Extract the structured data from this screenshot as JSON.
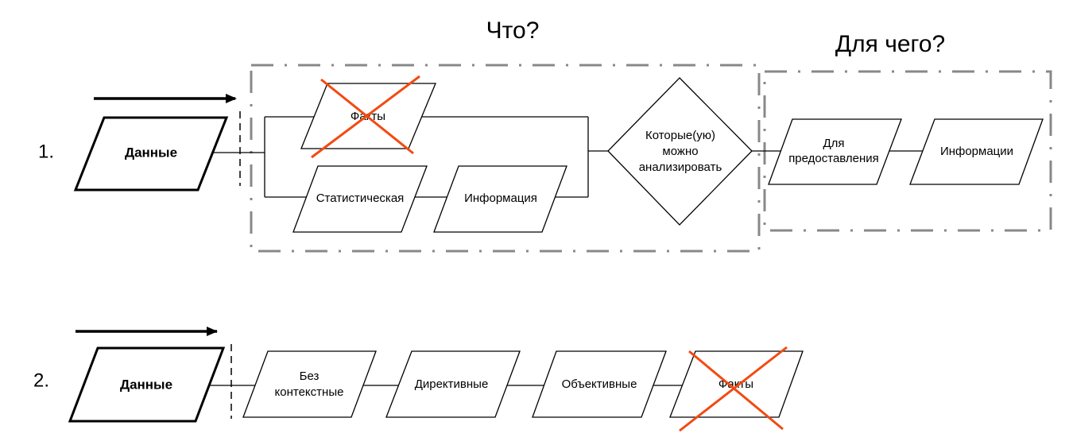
{
  "headings": {
    "what": "Что?",
    "what_for": "Для чего?"
  },
  "row1": {
    "number": "1.",
    "data": "Данные",
    "facts": "Факты",
    "statistical": "Статистическая",
    "information": "Информация",
    "decision": [
      "Которые(ую)",
      "можно",
      "анализировать"
    ],
    "for_providing": [
      "Для",
      "предоставления"
    ],
    "informations": "Информации"
  },
  "row2": {
    "number": "2.",
    "data": "Данные",
    "context_free": [
      "Без",
      "контекстные"
    ],
    "directive": "Директивные",
    "objective": "Объективные",
    "facts": "Факты"
  },
  "colors": {
    "cross": "#f24a12",
    "group_border": "#888888"
  }
}
